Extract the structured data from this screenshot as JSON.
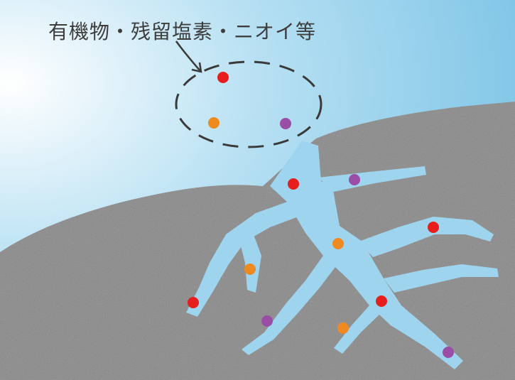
{
  "caption": "有機物・残留塩素・ニオイ等",
  "colors": {
    "water_light": "#ffffff",
    "water_mid": "#b9e1f3",
    "water_dark": "#7dc4e6",
    "carbon": "#9a9a9a",
    "carbon_dark": "#7f7f7f",
    "pore_water": "#9fd4ef",
    "dashed_outline": "#3a3a3a",
    "red": "#e61e1e",
    "orange": "#ef8a21",
    "purple": "#9b4ea6"
  },
  "particle_types": [
    "red",
    "orange",
    "purple"
  ],
  "particles_in_water": [
    "red",
    "orange",
    "purple"
  ],
  "particles_in_pores": [
    "red",
    "purple",
    "red",
    "orange",
    "orange",
    "red",
    "purple",
    "red",
    "orange",
    "purple"
  ]
}
